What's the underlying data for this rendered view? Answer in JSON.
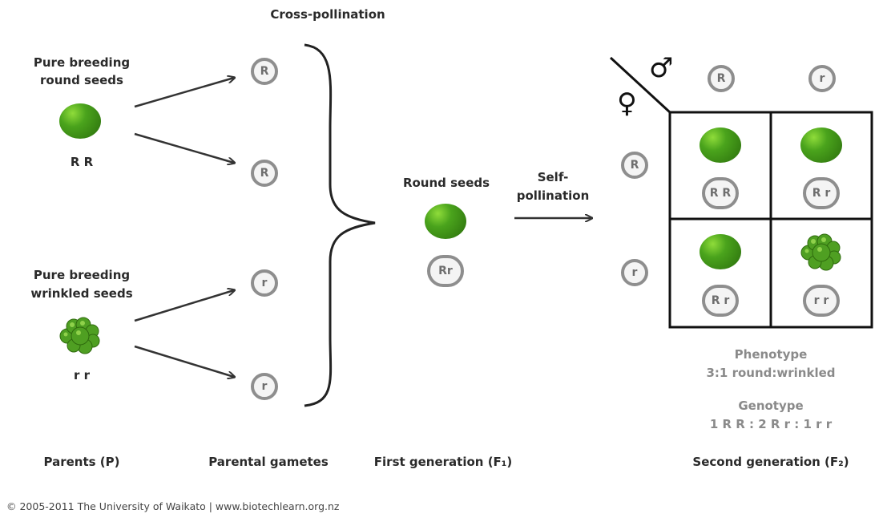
{
  "title": "Cross-pollination",
  "parents": {
    "round_label_1": "Pure breeding",
    "round_label_2": "round seeds",
    "round_genotype": "R R",
    "wrinkled_label_1": "Pure breeding",
    "wrinkled_label_2": "wrinkled seeds",
    "wrinkled_genotype": "r r"
  },
  "gametes": [
    "R",
    "R",
    "r",
    "r"
  ],
  "f1": {
    "label": "Round seeds",
    "genotype": "Rr"
  },
  "self_pollination_1": "Self-",
  "self_pollination_2": "pollination",
  "punnett": {
    "male_symbol": "♂",
    "female_symbol": "♀",
    "male_alleles": [
      "R",
      "r"
    ],
    "female_alleles": [
      "R",
      "r"
    ],
    "cells": [
      "R R",
      "R r",
      "R r",
      "r r"
    ]
  },
  "phenotype_title": "Phenotype",
  "phenotype_ratio": "3:1  round:wrinkled",
  "genotype_title": "Genotype",
  "genotype_ratio": "1 R R : 2 R r : 1 r r",
  "bottom_labels": {
    "parents": "Parents (P)",
    "gametes": "Parental gametes",
    "f1": "First generation (F₁)",
    "f2": "Second generation (F₂)"
  },
  "footer": "© 2005-2011 The University of Waikato | www.biotechlearn.org.nz",
  "colors": {
    "seed": "#4aa31c",
    "badge_border": "#8e8e8e",
    "text_grey": "#8a8a8a"
  }
}
